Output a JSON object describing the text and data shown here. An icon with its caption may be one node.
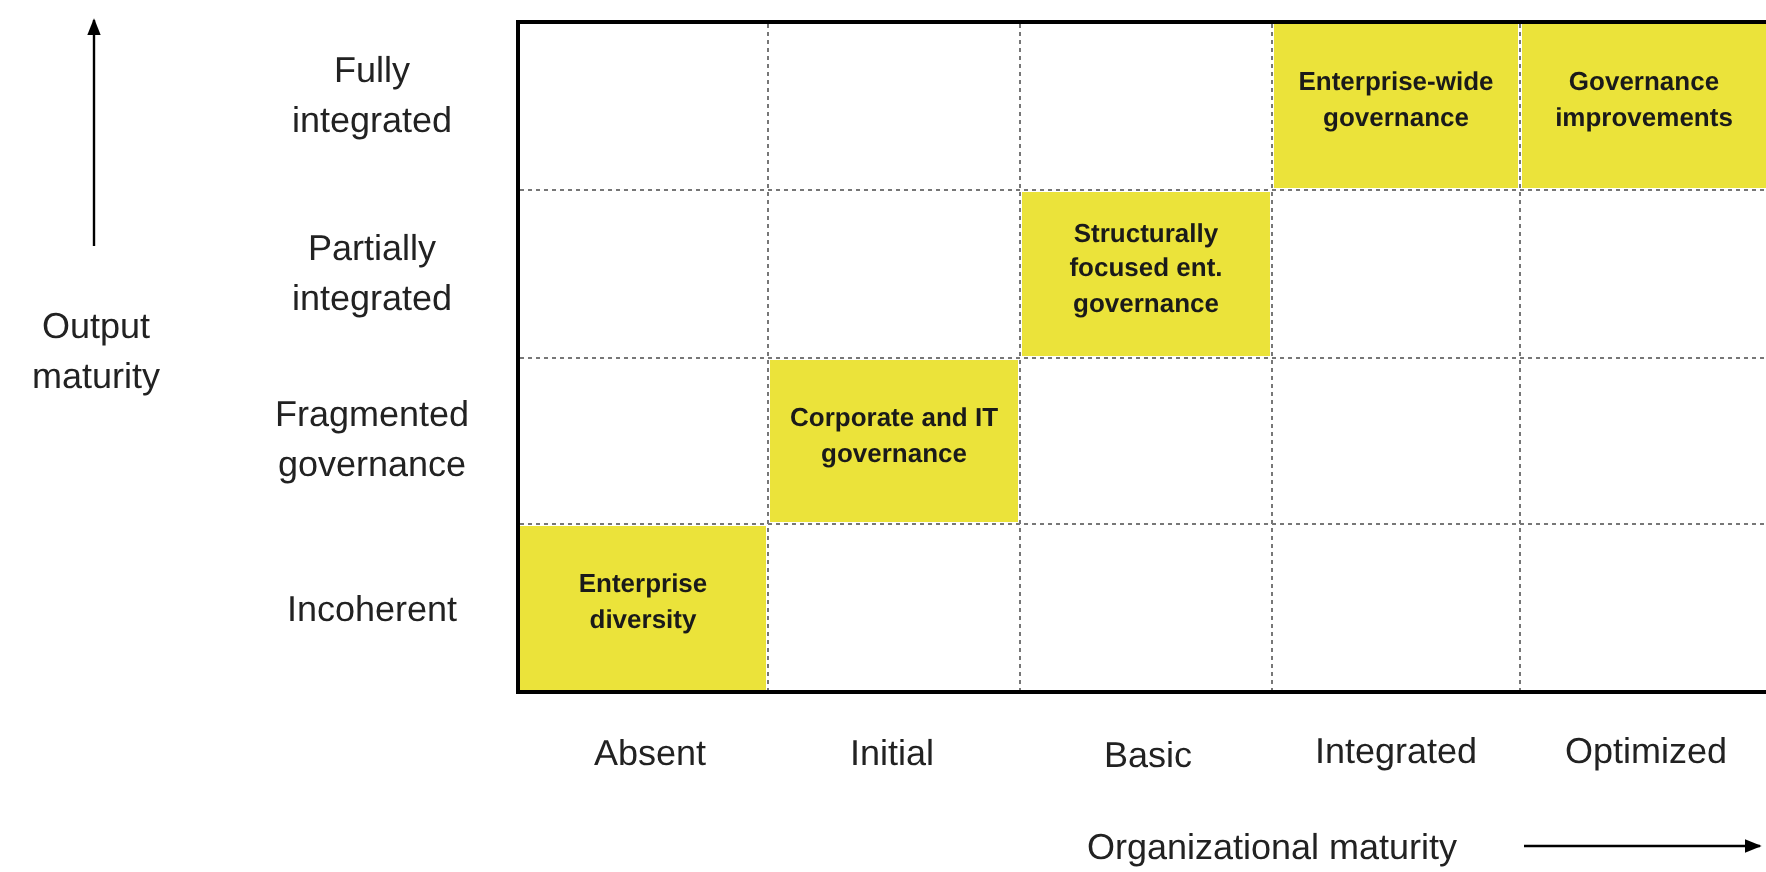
{
  "diagram": {
    "nodes": [
      {
        "text": [
          "Enterprise-wide governance"
        ]
      },
      {
        "text": [
          "Governance improvements"
        ]
      },
      {
        "text": [
          "Structurally focused ent. governance"
        ]
      },
      {
        "text": [
          "Corporate and IT governance"
        ]
      },
      {
        "text": [
          "Enterprise diversity"
        ]
      }
    ],
    "edges": [],
    "labels": [
      "Fully integrated",
      "Partially integrated",
      "Output maturity",
      "Fragmented governance",
      "Incoherent",
      "Absent",
      "Initial",
      "Basic",
      "Integrated",
      "Optimized",
      "Organizational maturity"
    ]
  }
}
